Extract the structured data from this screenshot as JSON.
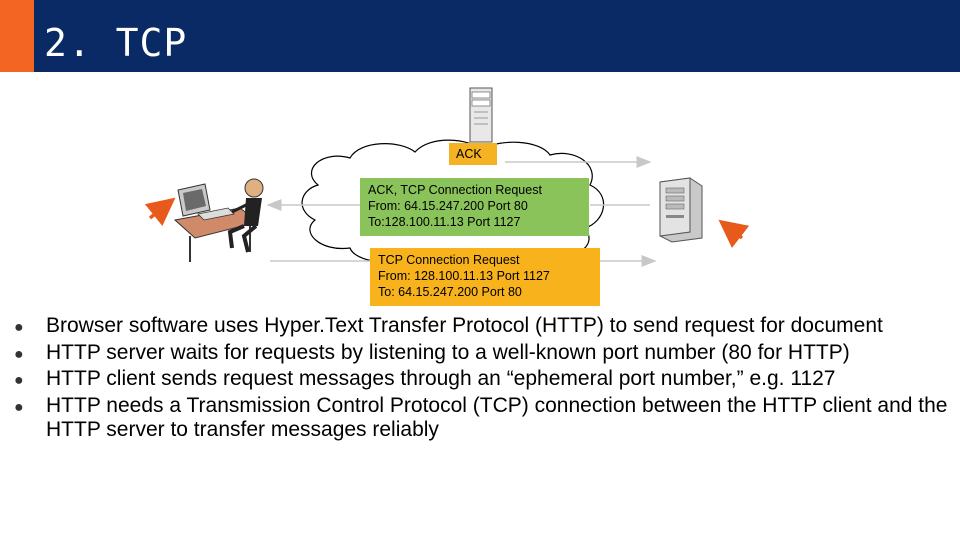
{
  "header": {
    "title": "2. TCP",
    "bar_color": "#0a2a66",
    "accent_color": "#f26522"
  },
  "diagram": {
    "ack_label": "ACK",
    "ack_tcp": {
      "line1": "ACK, TCP Connection Request",
      "line2": "From: 64.15.247.200 Port 80",
      "line3": "To:128.100.11.13 Port 1127",
      "color": "#8ac35a"
    },
    "tcp_request": {
      "line1": "TCP Connection Request",
      "line2": "From:  128.100.11.13 Port 1127",
      "line3": "To: 64.15.247.200 Port 80",
      "color": "#f7b21c"
    },
    "icons": [
      "client-user-icon",
      "server-tower-icon",
      "router-tower-icon",
      "internet-cloud-icon",
      "arrow-icon"
    ]
  },
  "bullets": [
    "Browser software uses Hyper.Text Transfer Protocol (HTTP) to send request for document",
    "HTTP server waits for requests by listening to a well-known port number (80 for HTTP)",
    "HTTP client sends request messages through an “ephemeral port number,” e.g. 1127",
    "HTTP needs a Transmission Control Protocol (TCP) connection between the HTTP client and the HTTP server to transfer messages reliably"
  ]
}
